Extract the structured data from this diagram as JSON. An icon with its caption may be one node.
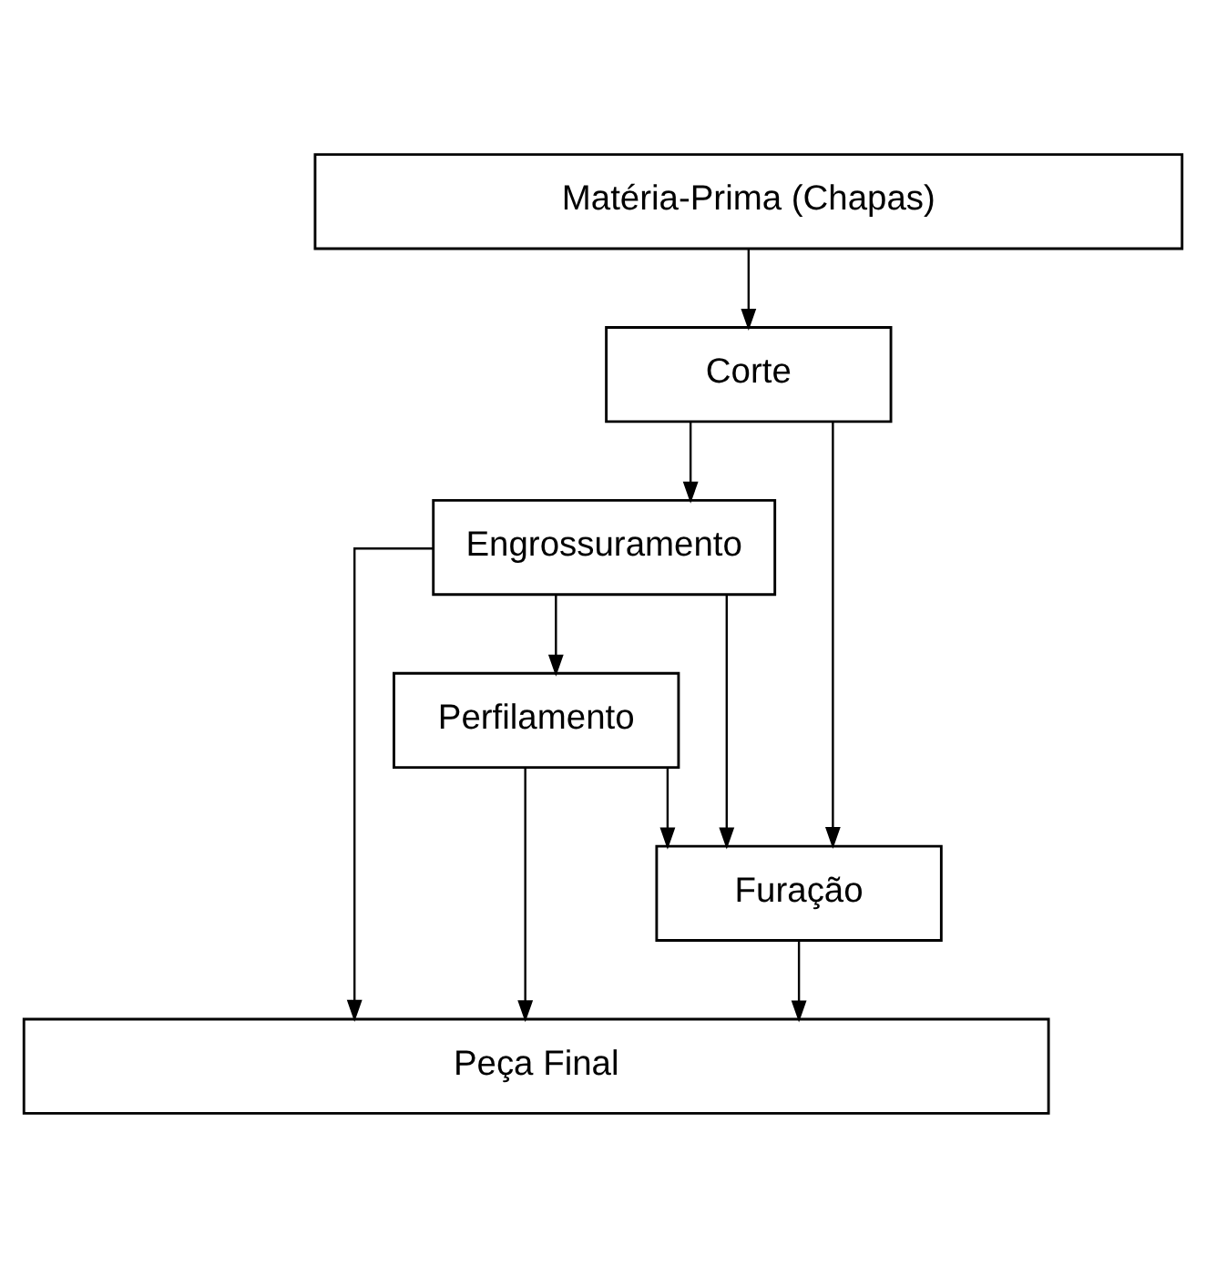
{
  "diagram": {
    "nodes": [
      {
        "text": [
          "Matéria-Prima (Chapas)"
        ]
      },
      {
        "text": [
          "Corte"
        ]
      },
      {
        "text": [
          "Engrossuramento"
        ]
      },
      {
        "text": [
          "Perfilamento"
        ]
      },
      {
        "text": [
          "Furação"
        ]
      },
      {
        "text": [
          "Peça Final"
        ]
      }
    ],
    "edges": [
      {
        "from": 0,
        "to": 1,
        "arrow": "to"
      },
      {
        "from": 1,
        "to": 2,
        "arrow": "to"
      },
      {
        "from": 1,
        "to": 4,
        "arrow": "to"
      },
      {
        "from": 2,
        "to": 4,
        "arrow": "to"
      },
      {
        "from": 2,
        "to": 5,
        "arrow": "to"
      },
      {
        "from": 2,
        "to": 3,
        "arrow": "to"
      },
      {
        "from": 3,
        "to": 4,
        "arrow": "to"
      },
      {
        "from": 3,
        "to": 5,
        "arrow": "to"
      },
      {
        "from": 4,
        "to": 5,
        "arrow": "to"
      }
    ]
  }
}
